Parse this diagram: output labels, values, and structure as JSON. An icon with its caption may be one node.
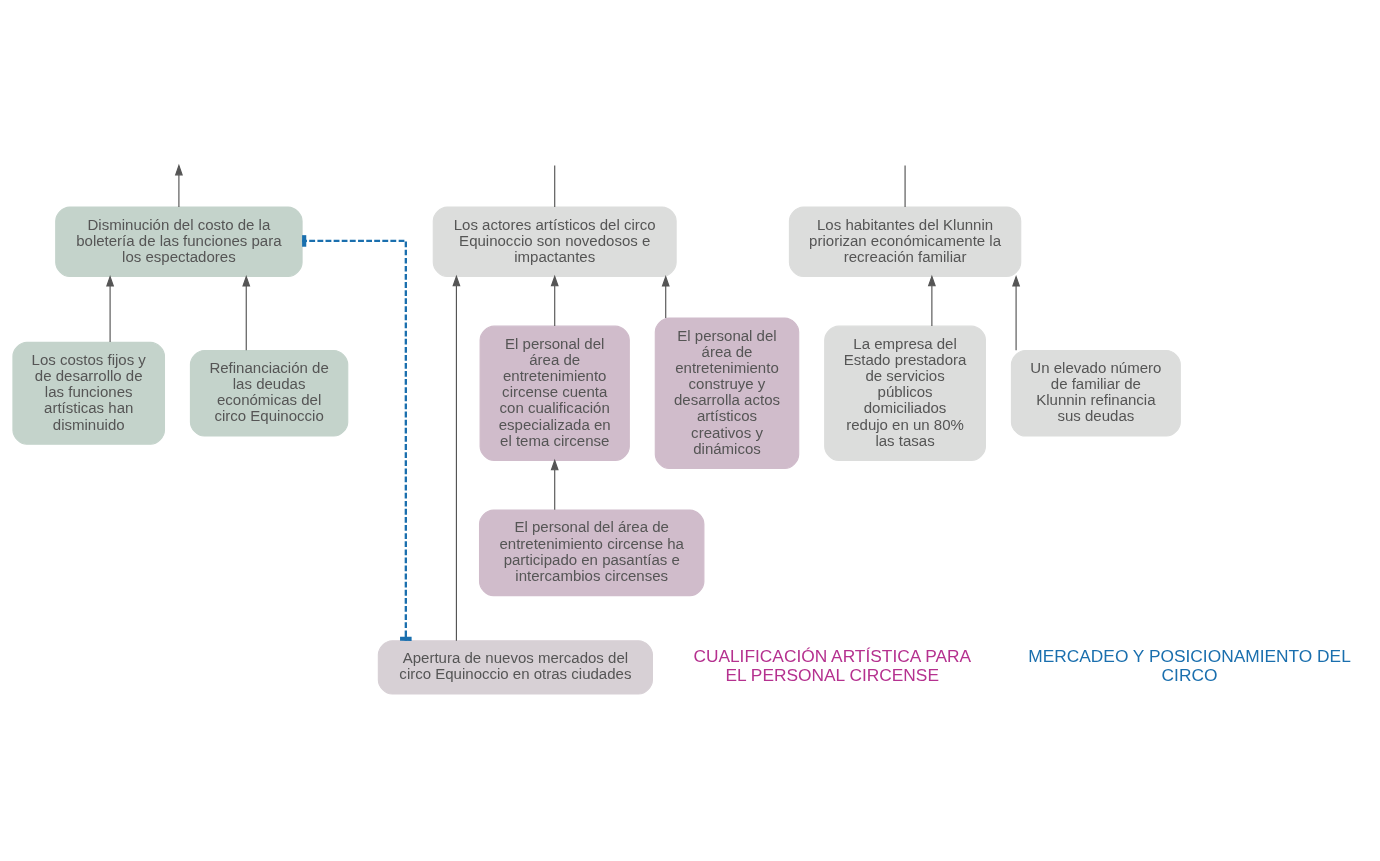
{
  "diagram": {
    "nodes": [
      {
        "text": [
          "Disminución del costo de la boletería de las funciones para los espectadores"
        ]
      },
      {
        "text": [
          "Los actores artísticos del circo Equinoccio son novedosos e impactantes"
        ]
      },
      {
        "text": [
          "Los habitantes del Klunnin priorizan económicamente la recreación familiar"
        ]
      },
      {
        "text": [
          "Los costos fijos y de desarrollo de las funciones artísticas han disminuido"
        ]
      },
      {
        "text": [
          "Refinanciación de las deudas económicas del circo Equinoccio"
        ]
      },
      {
        "text": [
          "El personal del área de entretenimiento circense cuenta con cualificación especializada en el tema circense"
        ]
      },
      {
        "text": [
          "El personal del área de entretenimiento construye y desarrolla actos artísticos creativos y dinámicos"
        ]
      },
      {
        "text": [
          "Un elevado número de familiar de Klunnin refinancia sus deudas"
        ]
      },
      {
        "text": [
          "La empresa del Estado prestadora de servicios públicos domiciliados redujo en un 80% las tasas"
        ]
      },
      {
        "text": [
          "El personal del área de entretenimiento circense ha participado en pasantías e intercambios circenses"
        ]
      },
      {
        "text": [
          "Apertura de nuevos mercados del circo Equinoccio en otras ciudades"
        ]
      }
    ],
    "edges": [
      {
        "from": 0,
        "to": null,
        "arrow": "to"
      },
      {
        "from": 1,
        "to": null,
        "arrow": "none"
      },
      {
        "from": 2,
        "to": null,
        "arrow": "none"
      },
      {
        "from": 3,
        "to": 0,
        "arrow": "to"
      },
      {
        "from": 4,
        "to": 0,
        "arrow": "to"
      },
      {
        "from": 5,
        "to": 1,
        "arrow": "to"
      },
      {
        "from": 6,
        "to": 1,
        "arrow": "to"
      },
      {
        "from": 7,
        "to": 2,
        "arrow": "to"
      },
      {
        "from": 8,
        "to": 2,
        "arrow": "to"
      },
      {
        "from": 9,
        "to": 5,
        "arrow": "to"
      },
      {
        "from": 10,
        "to": 1,
        "arrow": "to"
      },
      {
        "from": 10,
        "to": 0,
        "arrow": "other",
        "style": "dashed",
        "color": "#1a6fae"
      }
    ],
    "labels": [
      "CUALIFICACIÓN ARTÍSTICA PARA EL PERSONAL CIRCENSE",
      "MERCADEO Y POSICIONAMIENTO DEL CIRCO"
    ]
  }
}
